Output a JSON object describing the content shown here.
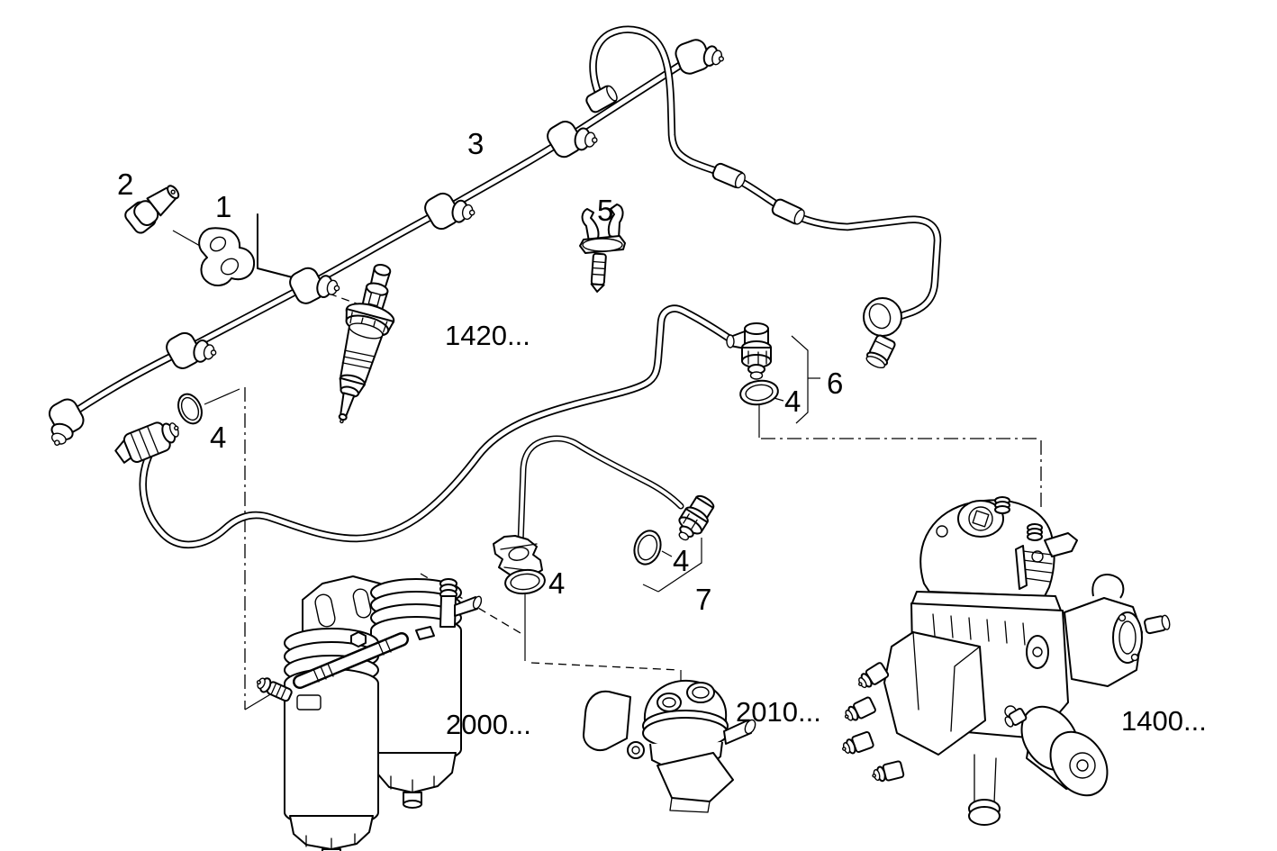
{
  "figure": {
    "background": "#ffffff",
    "line_color": "#000000",
    "callouts": {
      "n1": "1",
      "n2": "2",
      "n3": "3",
      "n4": "4",
      "n5": "5",
      "n6": "6",
      "n7": "7"
    },
    "part_refs": {
      "injector": "1420...",
      "fuel_filter": "2000...",
      "fuel_pump": "2010...",
      "injection_pump": "1400..."
    }
  }
}
